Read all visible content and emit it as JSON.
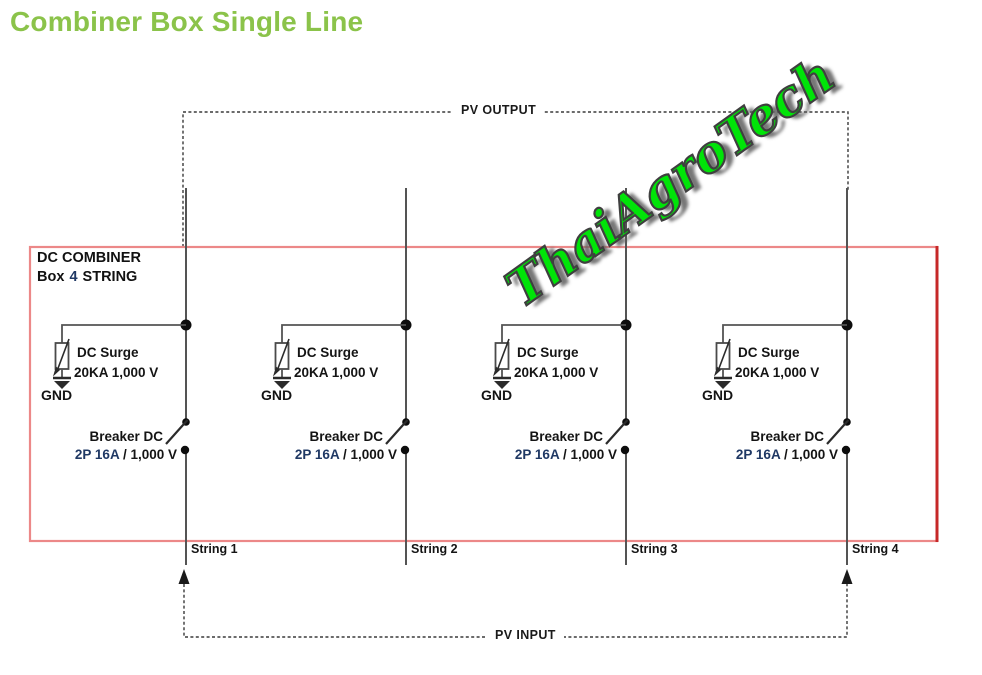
{
  "page": {
    "title": "Combiner Box Single Line",
    "title_color": "#8bc34a"
  },
  "watermark": {
    "text": "ThaiAgroTech",
    "color": "#00e408",
    "outline_color": "#3f3f3f"
  },
  "diagram": {
    "pv_output_label": "PV OUTPUT",
    "pv_input_label": "PV INPUT",
    "combiner_title_line1": "DC COMBINER",
    "combiner_box_prefix": "Box",
    "combiner_box_count": "4",
    "combiner_box_suffix": "STRING",
    "accent_number_color": "#1F3864",
    "box_border_color": "#EC8888",
    "box_border_right_color": "#C62828",
    "module": {
      "surge_name": "DC Surge",
      "surge_rating": "20KA 1,000 V",
      "ground_label": "GND",
      "breaker_name": "Breaker DC",
      "breaker_rating_poles": "2P 16A",
      "breaker_rating_voltage": " / 1,000 V"
    },
    "strings": [
      {
        "label": "String 1"
      },
      {
        "label": "String 2"
      },
      {
        "label": "String 3"
      },
      {
        "label": "String 4"
      }
    ]
  }
}
